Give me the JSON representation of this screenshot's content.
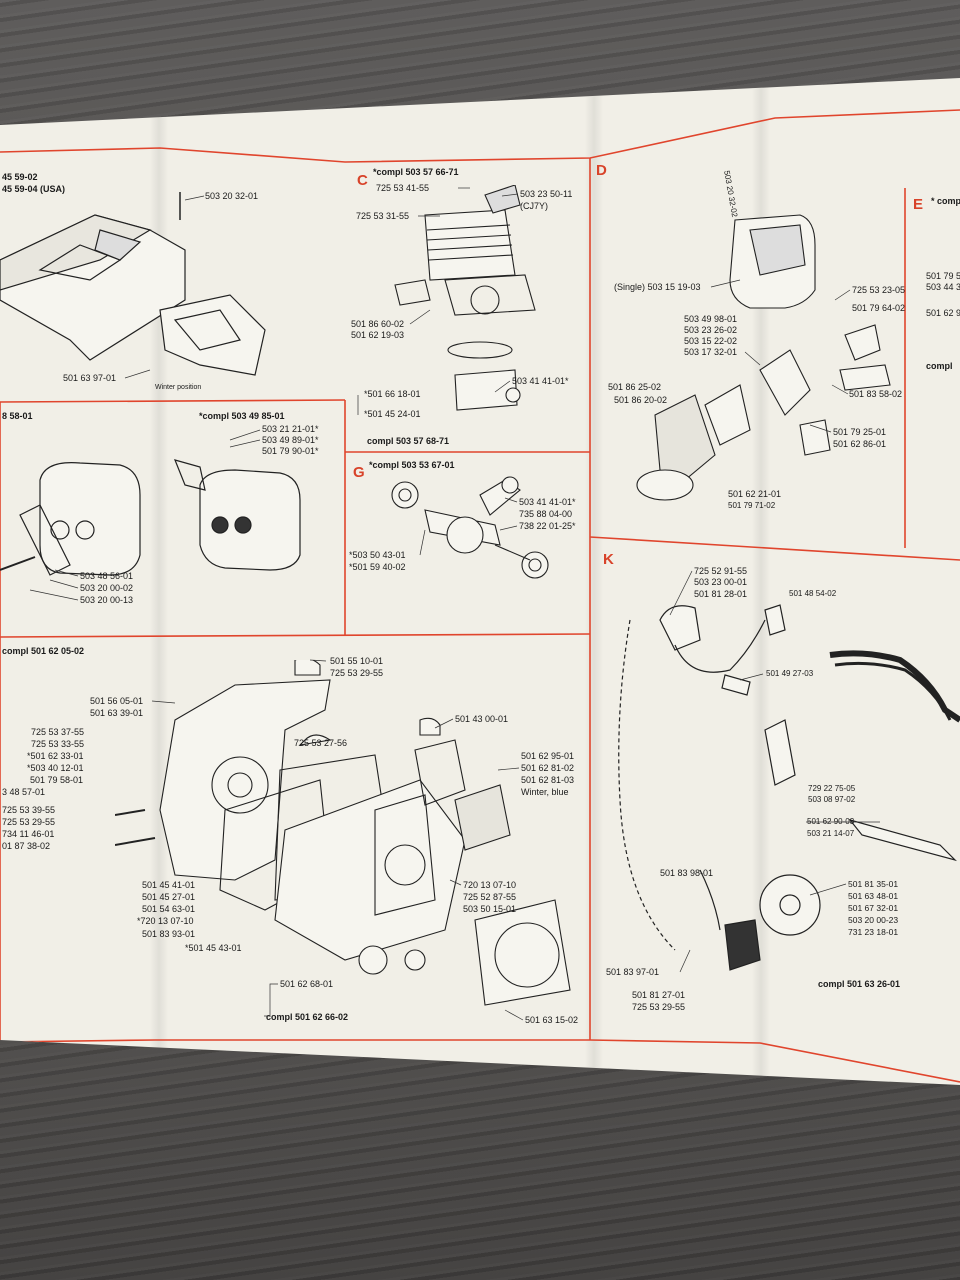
{
  "colors": {
    "grid_red": "#e0452d",
    "ink": "#1a1a1a",
    "paper": "#f1efe7"
  },
  "sections": {
    "C": "C",
    "D": "D",
    "E": "E",
    "G": "G",
    "K": "K"
  },
  "labels": {
    "a1": "45 59-02",
    "a2": "45 59-04 (USA)",
    "a3": "503 20 32-01",
    "a4": "501 63 97-01",
    "a5": "Winter position",
    "b1": "8 58-01",
    "b2": "*compl 503 49 85-01",
    "b3": "503 21 21-01*",
    "b4": "503 49 89-01*",
    "b5": "501 79 90-01*",
    "b6": "503 48 56-01",
    "b7": "503 20 00-02",
    "b8": "503 20 00-13",
    "c1": "*compl 503 57 66-71",
    "c2": "725 53 41-55",
    "c3": "725 53 31-55",
    "c4": "503 23 50-11",
    "c5": "(CJ7Y)",
    "c6": "501 86 60-02",
    "c7": "501 62 19-03",
    "c8": "*501 66 18-01",
    "c9": "503 41 41-01*",
    "c10": "*501 45 24-01",
    "c11": "compl 503 57 68-71",
    "g1": "*compl 503 53 67-01",
    "g2": "503 41 41-01*",
    "g3": "735 88 04-00",
    "g4": "738 22 01-25*",
    "g5": "*503 50 43-01",
    "g6": "*501 59 40-02",
    "d1": "503 20 32-02",
    "d2": "(Single) 503 15 19-03",
    "d3": "725 53 23-05",
    "d4": "501 79 64-02",
    "d5": "503 49 98-01",
    "d6": "503 23 26-02",
    "d7": "503 15 22-02",
    "d8": "503 17 32-01",
    "d9": "501 86 25-02",
    "d10": "501 86 20-02",
    "d11": "501 83 58-02",
    "d12": "501 79 25-01",
    "d13": "501 62 86-01",
    "d14": "501 62 21-01",
    "d15": "501 79 71-02",
    "e1": "* comp",
    "e2": "501 79 5",
    "e3": "503 44 3",
    "e4": "501 62 9",
    "e5": "compl",
    "h1": "compl 501 62 05-02",
    "h2": "501 55 10-01",
    "h3": "725 53 29-55",
    "h4": "501 56 05-01",
    "h5": "501 63 39-01",
    "h6": "725 53 37-55",
    "h7": "725 53 33-55",
    "h8": "725 53 27-56",
    "h9": "*501 62 33-01",
    "h10": "*503 40 12-01",
    "h11": "501 79 58-01",
    "h12": "3 48 57-01",
    "h13": "725 53 39-55",
    "h14": "725 53 29-55",
    "h15": "734 11 46-01",
    "h16": "01 87 38-02",
    "h17": "501 45 41-01",
    "h18": "501 45 27-01",
    "h19": "501 54 63-01",
    "h20": "*720 13 07-10",
    "h21": "501 83 93-01",
    "h22": "*501 45 43-01",
    "h23": "501 43 00-01",
    "h24": "501 62 95-01",
    "h25": "501 62 81-02",
    "h26": "501 62 81-03",
    "h27": "Winter, blue",
    "h28": "720 13 07-10",
    "h29": "725 52 87-55",
    "h30": "503 50 15-01",
    "h31": "501 62 68-01",
    "h32": "compl 501 62 66-02",
    "h33": "501 63 15-02",
    "k1": "725 52 91-55",
    "k2": "503 23 00-01",
    "k3": "501 81 28-01",
    "k4": "501 48 54-02",
    "k5": "501 49 27-03",
    "k6": "729 22 75-05",
    "k7": "503 08 97-02",
    "k8": "501 62 90-03",
    "k9": "503 21 14-07",
    "k10": "501 83 98-01",
    "k11": "501 81 35-01",
    "k12": "501 63 48-01",
    "k13": "501 67 32-01",
    "k14": "503 20 00-23",
    "k15": "731 23 18-01",
    "k16": "compl 501 63 26-01",
    "k17": "501 83 97-01",
    "k18": "501 81 27-01",
    "k19": "725 53 29-55"
  }
}
